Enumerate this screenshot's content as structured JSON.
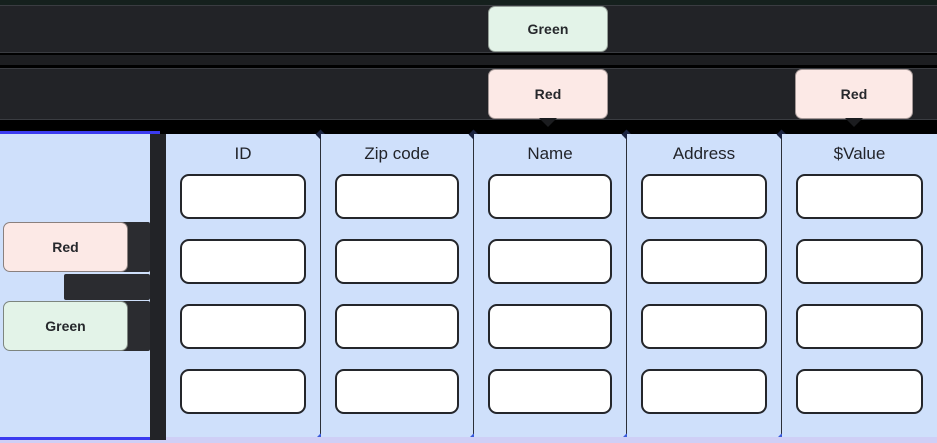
{
  "callouts": {
    "top": {
      "label": "Green",
      "color": "#e3f3e8",
      "kind": "green"
    },
    "middle": {
      "label": "Red",
      "color": "#fce9e6",
      "kind": "red"
    },
    "right": {
      "label": "Red",
      "color": "#fce9e6",
      "kind": "red"
    }
  },
  "sidebar": {
    "chips": [
      {
        "label": "Red",
        "color": "#fce9e6"
      },
      {
        "label": "Green",
        "color": "#e3f3e8"
      }
    ]
  },
  "table": {
    "columns": [
      {
        "header": "ID"
      },
      {
        "header": "Zip code"
      },
      {
        "header": "Name"
      },
      {
        "header": "Address"
      },
      {
        "header": "$Value"
      }
    ],
    "row_count": 4,
    "cell_value": ""
  },
  "colors": {
    "panel_blue": "#cfe0fb",
    "accent_blue": "#3b3bf0",
    "dark_band": "#222327",
    "cell_white": "#ffffff",
    "text_dark": "#22242a"
  }
}
